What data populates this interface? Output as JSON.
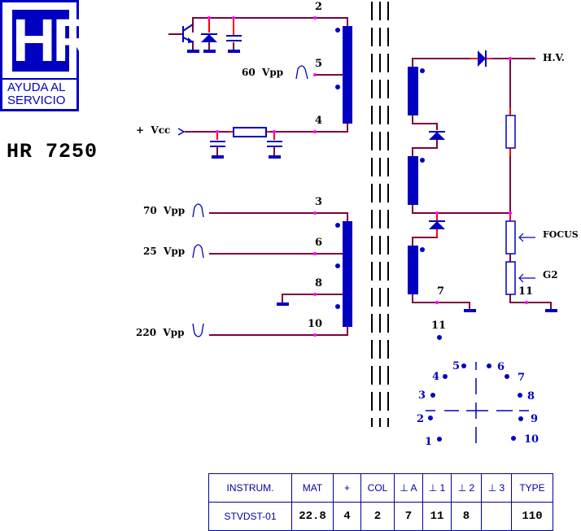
{
  "logo": {
    "mark": "HR",
    "line1": "AYUDA AL",
    "line2": "SERVICIO"
  },
  "model": "HR 7250",
  "colors": {
    "wire": "#800040",
    "component": "#0000c0",
    "node": "#ff00ff",
    "lead": "#ff0000",
    "text": "#000000"
  },
  "primary_top": {
    "pins": {
      "p2": "2",
      "p5": "5",
      "p4": "4"
    },
    "signal_5": "60  Vpp",
    "supply": "+  Vcc"
  },
  "primary_bottom": {
    "pins": {
      "p3": "3",
      "p6": "6",
      "p8": "8",
      "p10": "10"
    },
    "signal_3": "70  Vpp",
    "signal_6": "25  Vpp",
    "signal_10": "220  Vpp"
  },
  "secondary": {
    "hv_label": "H.V.",
    "focus_label": "FOCUS",
    "g2_label": "G2",
    "pin_7": "7",
    "pin_11_res": "11",
    "pin_11_dot": "11"
  },
  "pinout": {
    "pins": [
      "1",
      "2",
      "3",
      "4",
      "5",
      "6",
      "7",
      "8",
      "9",
      "10"
    ]
  },
  "spec_table": {
    "headers": [
      "INSTRUM.",
      "MAT",
      "+",
      "COL",
      "⊥ A",
      "⊥ 1",
      "⊥ 2",
      "⊥ 3",
      "TYPE"
    ],
    "values": [
      "STVDST-01",
      "22.8",
      "4",
      "2",
      "7",
      "11",
      "8",
      "",
      "110"
    ]
  }
}
